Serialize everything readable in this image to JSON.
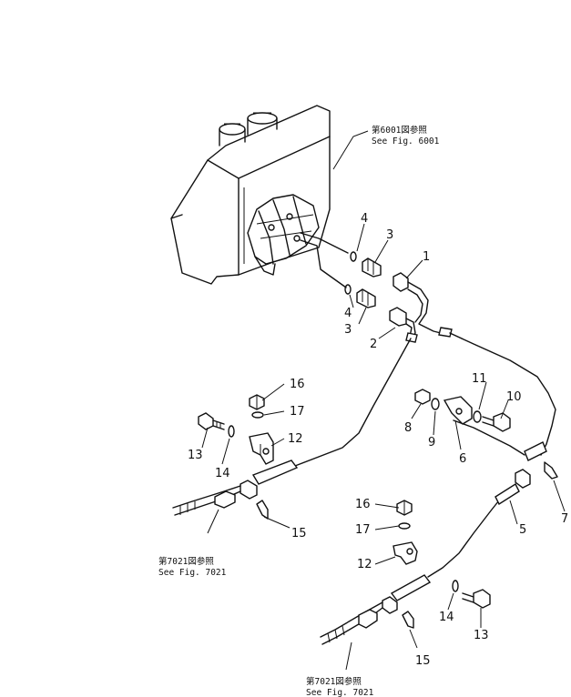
{
  "references": {
    "ref_6001_jp": "第6001図参照",
    "ref_6001_en": "See Fig. 6001",
    "ref_7021a_jp": "第7021図参照",
    "ref_7021a_en": "See Fig. 7021",
    "ref_7021b_jp": "第7021図参照",
    "ref_7021b_en": "See Fig. 7021"
  },
  "callouts": {
    "c1": "1",
    "c2": "2",
    "c3a": "3",
    "c3b": "3",
    "c4a": "4",
    "c4b": "4",
    "c5": "5",
    "c6": "6",
    "c7": "7",
    "c8": "8",
    "c9": "9",
    "c10": "10",
    "c11": "11",
    "c12a": "12",
    "c12b": "12",
    "c13a": "13",
    "c13b": "13",
    "c14a": "14",
    "c14b": "14",
    "c15a": "15",
    "c15b": "15",
    "c16a": "16",
    "c16b": "16",
    "c17a": "17",
    "c17b": "17"
  }
}
